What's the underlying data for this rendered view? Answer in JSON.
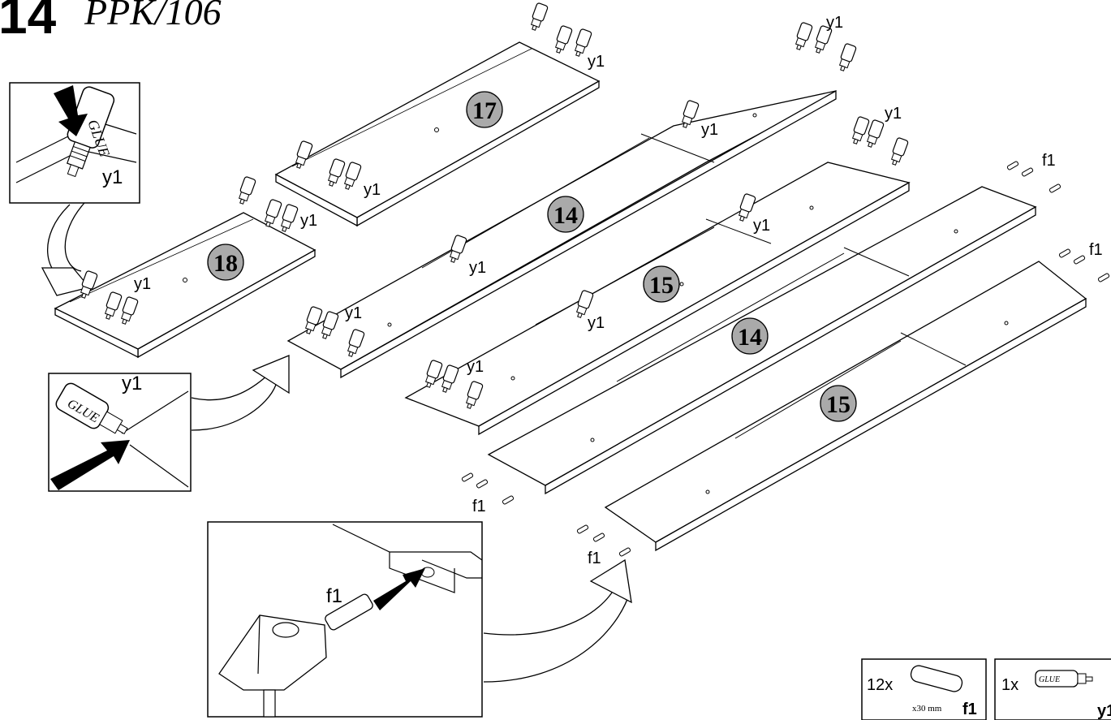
{
  "header": {
    "step_number": "14",
    "reference": "PPK/106"
  },
  "panels": [
    {
      "id": "17",
      "label": "17"
    },
    {
      "id": "18",
      "label": "18"
    },
    {
      "id": "14a",
      "label": "14"
    },
    {
      "id": "15a",
      "label": "15"
    },
    {
      "id": "14b",
      "label": "14"
    },
    {
      "id": "15b",
      "label": "15"
    }
  ],
  "part_codes": {
    "glue": "y1",
    "dowel": "f1"
  },
  "glue_text": "GLUE",
  "parts_list": [
    {
      "quantity": "12x",
      "code": "f1",
      "note": "x30 mm"
    },
    {
      "quantity": "1x",
      "code": "y1",
      "note": "GLUE"
    }
  ]
}
